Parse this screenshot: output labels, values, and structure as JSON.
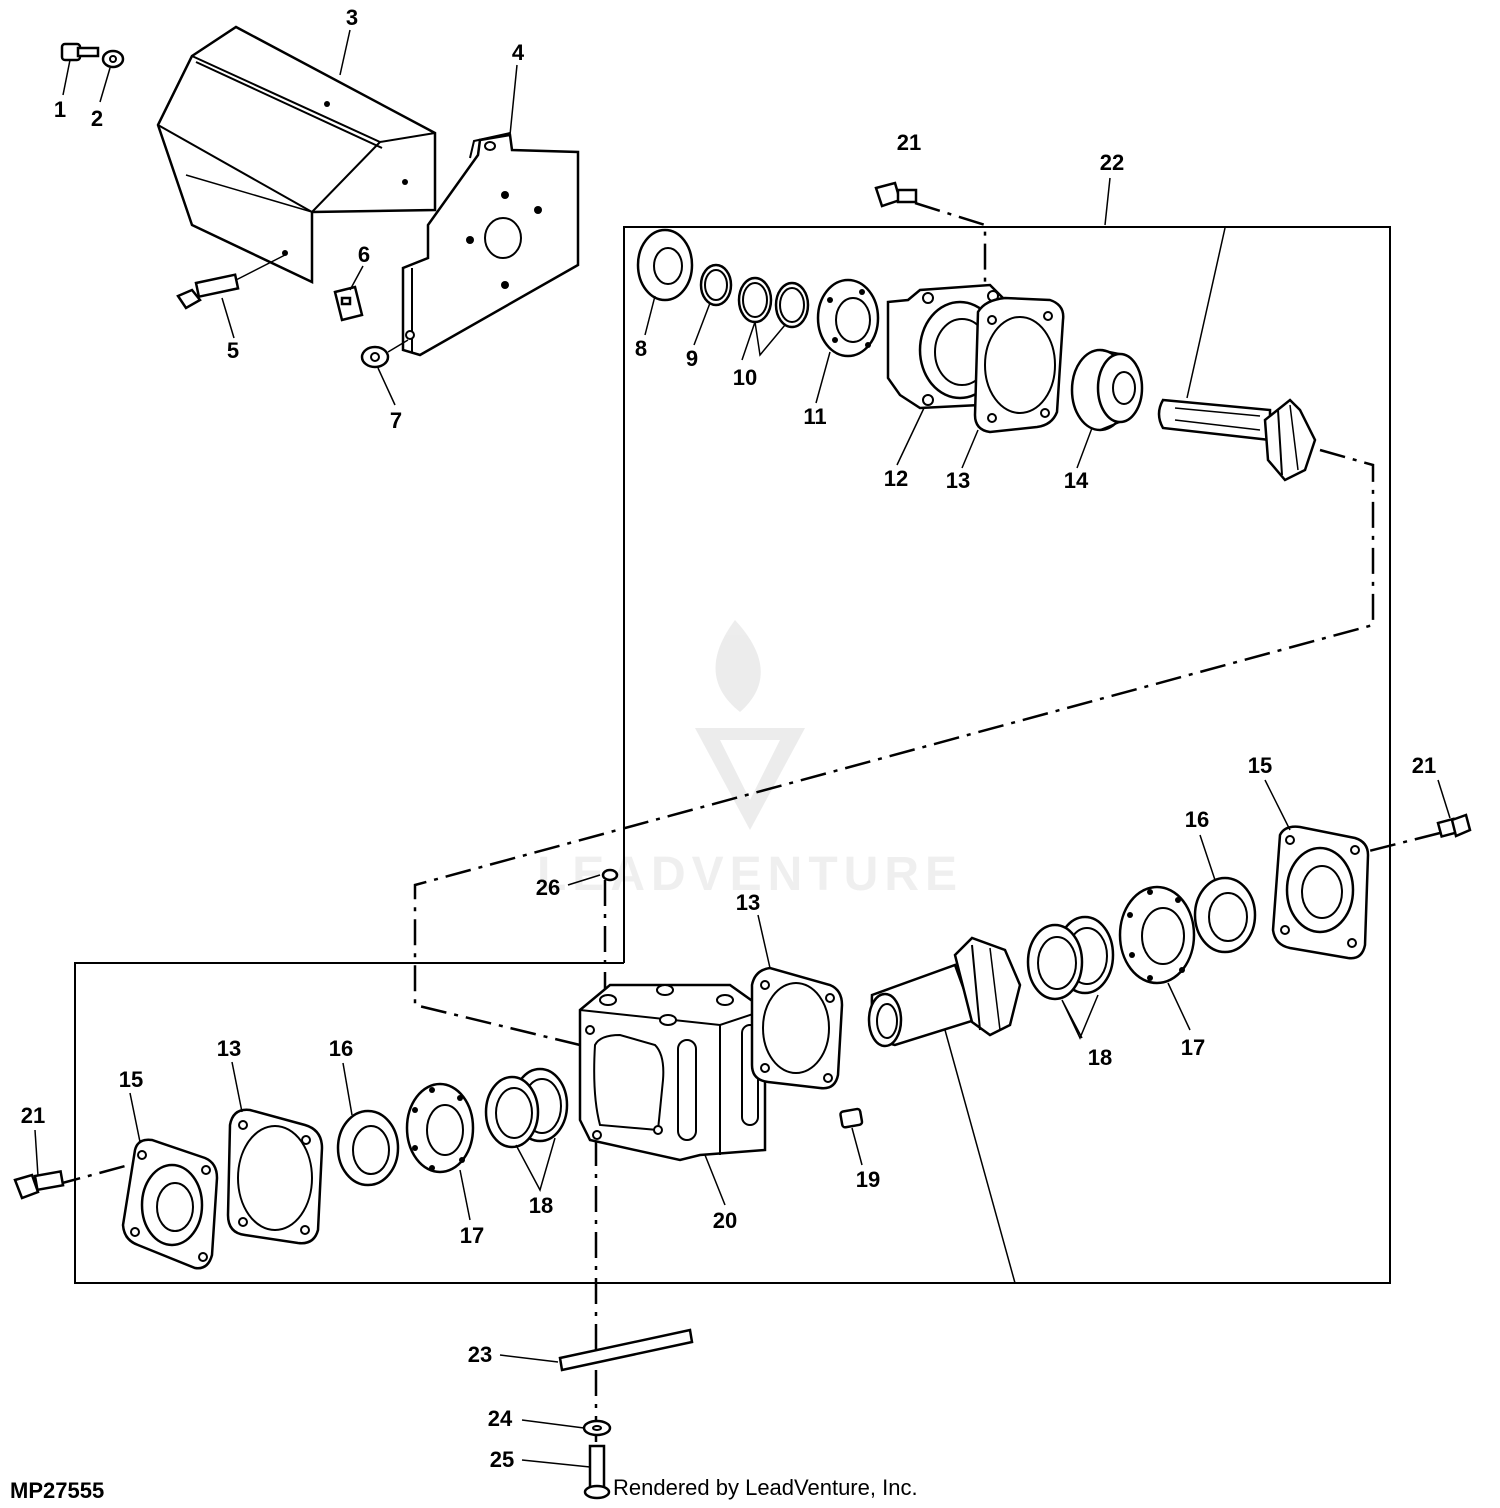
{
  "diagram": {
    "code": "MP27555",
    "credit": "Rendered by LeadVenture, Inc.",
    "watermark": "LEADVENTURE",
    "callouts": {
      "c1": "1",
      "c2": "2",
      "c3": "3",
      "c4": "4",
      "c5": "5",
      "c6": "6",
      "c7": "7",
      "c8": "8",
      "c9": "9",
      "c10": "10",
      "c11": "11",
      "c12": "12",
      "c13a": "13",
      "c14": "14",
      "c21a": "21",
      "c22": "22",
      "c15a": "15",
      "c16a": "16",
      "c17a": "17",
      "c18a": "18",
      "c21b": "21",
      "c13b": "13",
      "c26": "26",
      "c19": "19",
      "c20": "20",
      "c21c": "21",
      "c15b": "15",
      "c13c": "13",
      "c16b": "16",
      "c17b": "17",
      "c18b": "18",
      "c23": "23",
      "c24": "24",
      "c25": "25"
    }
  }
}
